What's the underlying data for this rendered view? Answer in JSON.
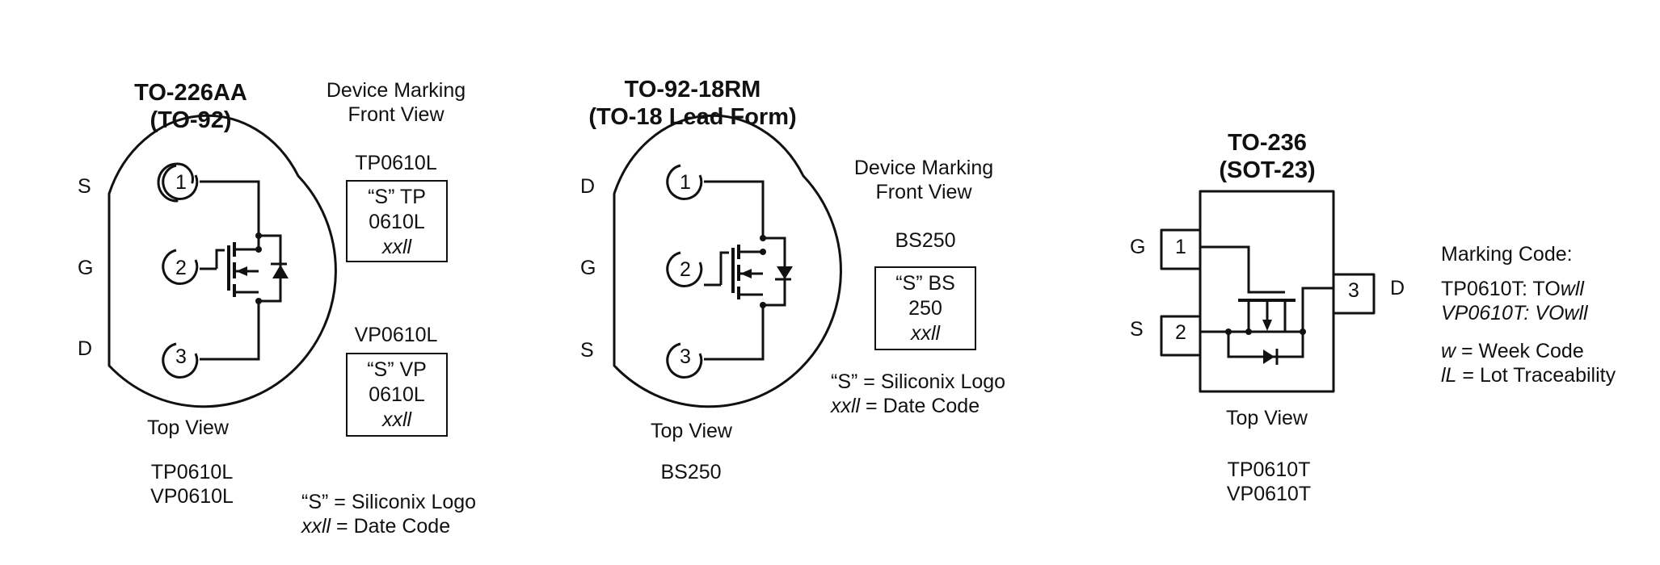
{
  "pkg1": {
    "title_line1": "TO-226AA",
    "title_line2": "(TO-92)",
    "pins": [
      "S",
      "G",
      "D"
    ],
    "pin_numbers": [
      "1",
      "2",
      "3"
    ],
    "view": "Top View",
    "parts": [
      "TP0610L",
      "VP0610L"
    ]
  },
  "marking1": {
    "heading_line1": "Device Marking",
    "heading_line2": "Front View",
    "box1_title": "TP0610L",
    "box1_lines": [
      "“S” TP",
      "0610L",
      "xxll"
    ],
    "box2_title": "VP0610L",
    "box2_lines": [
      "“S” VP",
      "0610L",
      "xxll"
    ],
    "legend1_rest": "“S” = Siliconix Logo",
    "legend2_code": "xxll",
    "legend2_rest": " = Date Code"
  },
  "pkg2": {
    "title_line1": "TO-92-18RM",
    "title_line2": "(TO-18 Lead Form)",
    "pins": [
      "D",
      "G",
      "S"
    ],
    "pin_numbers": [
      "1",
      "2",
      "3"
    ],
    "view": "Top View",
    "parts": [
      "BS250"
    ]
  },
  "marking2": {
    "heading_line1": "Device Marking",
    "heading_line2": "Front View",
    "box_title": "BS250",
    "box_lines": [
      "“S” BS",
      "250",
      "xxll"
    ],
    "legend1_rest": "“S” = Siliconix Logo",
    "legend2_code": "xxll",
    "legend2_rest": " = Date Code"
  },
  "pkg3": {
    "title_line1": "TO-236",
    "title_line2": "(SOT-23)",
    "pins": [
      "G",
      "S",
      "D"
    ],
    "pin_numbers": [
      "1",
      "2",
      "3"
    ],
    "view": "Top View",
    "parts": [
      "TP0610T",
      "VP0610T"
    ]
  },
  "marking3": {
    "heading": "Marking Code:",
    "line1_prefix": "TP0610T:  TO",
    "line1_code": "wll",
    "line2_prefix": "VP0610T:  VO",
    "line2_code": "wll",
    "w_code": "w",
    "w_rest": " = Week Code",
    "l_code": "lL",
    "l_rest": " = Lot Traceability"
  }
}
